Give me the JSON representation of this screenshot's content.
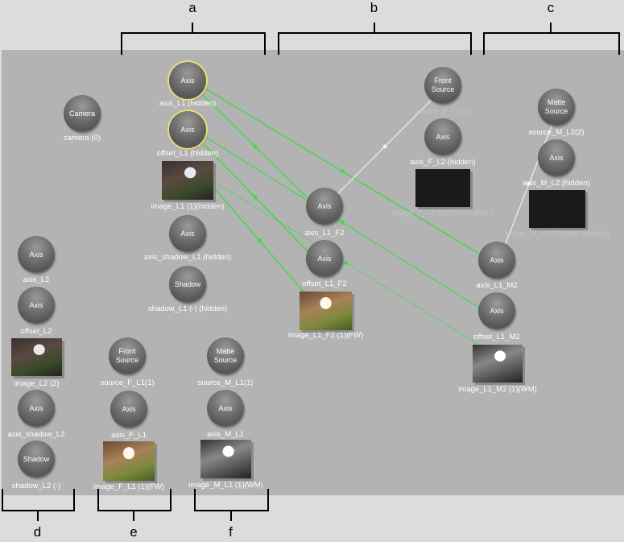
{
  "brackets": {
    "top": [
      "a",
      "b",
      "c"
    ],
    "bottom": [
      "d",
      "e",
      "f"
    ]
  },
  "nodes": [
    {
      "kind": "node",
      "text": "Camera",
      "label": "camera (0)"
    },
    {
      "kind": "node",
      "text": "Axis",
      "label": "axis_L1 (hidden)",
      "selected": true
    },
    {
      "kind": "node",
      "text": "Axis",
      "label": "offset_L1 (hidden)",
      "selected": true
    },
    {
      "kind": "thumb",
      "style": "dark",
      "label": "image_L1 (1)(hidden)"
    },
    {
      "kind": "node",
      "text": "Axis",
      "label": "axis_shadow_L1 (hidden)"
    },
    {
      "kind": "node",
      "text": "Shadow",
      "label": "shadow_L1 (-) (hidden)"
    },
    {
      "kind": "node",
      "text": "Front\nSource",
      "label": "source_F_L2(2)",
      "faint": true
    },
    {
      "kind": "node",
      "text": "Axis",
      "label": "axis_F_L2 (hidden)"
    },
    {
      "kind": "thumb",
      "style": "black",
      "label": "image_F_L2 (2)(FW) (hidden)",
      "faint": true
    },
    {
      "kind": "node",
      "text": "Axis",
      "label": "axis_L1_F2"
    },
    {
      "kind": "node",
      "text": "Axis",
      "label": "offset_L1_F2"
    },
    {
      "kind": "thumb",
      "style": "color",
      "label": "image_L1_F2 (1)(FW)"
    },
    {
      "kind": "node",
      "text": "Matte\nSource",
      "label": "source_M_L2(2)"
    },
    {
      "kind": "node",
      "text": "Axis",
      "label": "axis_M_L2 (hidden)"
    },
    {
      "kind": "thumb",
      "style": "black",
      "label": "image_M_L2 (2)(WM) (hidden)",
      "faint": true
    },
    {
      "kind": "node",
      "text": "Axis",
      "label": "axis_L1_M2"
    },
    {
      "kind": "node",
      "text": "Axis",
      "label": "offset_L1_M2"
    },
    {
      "kind": "thumb",
      "style": "gray",
      "label": "image_L1_M2 (1)(WM)"
    },
    {
      "kind": "node",
      "text": "Axis",
      "label": "axis_L2"
    },
    {
      "kind": "node",
      "text": "Axis",
      "label": "offset_L2"
    },
    {
      "kind": "thumb",
      "style": "dark",
      "label": "image_L2 (2)"
    },
    {
      "kind": "node",
      "text": "Axis",
      "label": "axis_shadow_L2"
    },
    {
      "kind": "node",
      "text": "Shadow",
      "label": "shadow_L2 (-)"
    },
    {
      "kind": "node",
      "text": "Front\nSource",
      "label": "source_F_L1(1)"
    },
    {
      "kind": "node",
      "text": "Axis",
      "label": "axis_F_L1"
    },
    {
      "kind": "thumb",
      "style": "color",
      "label": "image_F_L1 (1)(FW)"
    },
    {
      "kind": "node",
      "text": "Matte\nSource",
      "label": "source_M_L1(1)"
    },
    {
      "kind": "node",
      "text": "Axis",
      "label": "axis_M_L1"
    },
    {
      "kind": "thumb",
      "style": "gray",
      "label": "image_M_L1 (1)(WM)"
    }
  ],
  "colors": {
    "link_green": "#3fd94a",
    "link_white": "#f0f0f0",
    "selected_ring": "#e8e070"
  }
}
